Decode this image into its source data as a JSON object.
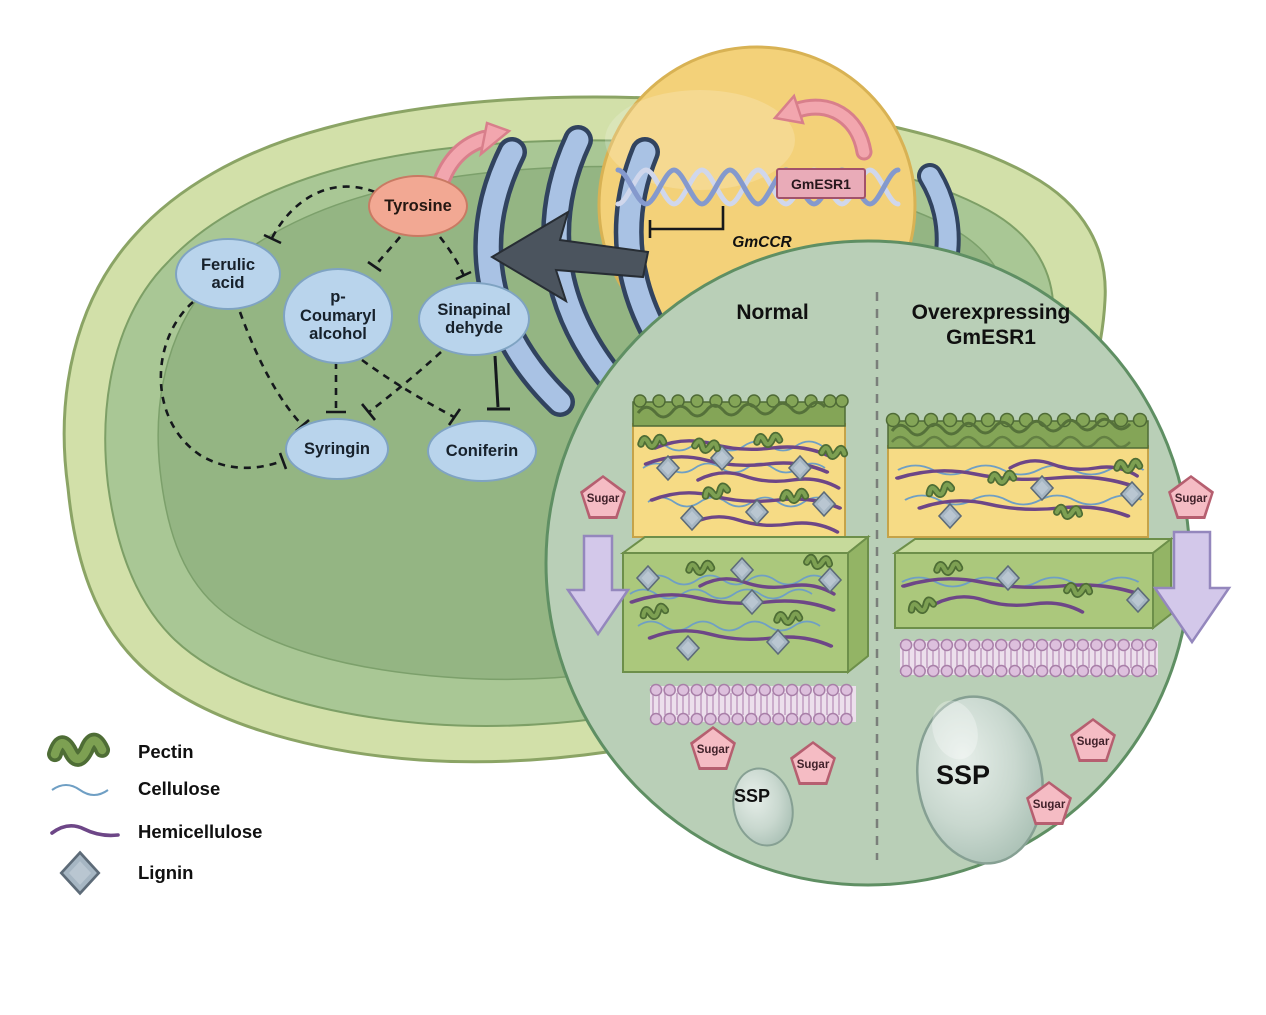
{
  "pathway": {
    "nodes": [
      {
        "id": "tyrosine",
        "label": "Tyrosine"
      },
      {
        "id": "ferulic-acid",
        "line1": "Ferulic",
        "line2": "acid"
      },
      {
        "id": "p-coumaryl-alcohol",
        "line1": "p-",
        "line2": "Coumaryl",
        "line3": "alcohol"
      },
      {
        "id": "sinapinal-dehyde",
        "line1": "Sinapinal",
        "line2": "dehyde"
      },
      {
        "id": "syringin",
        "label": "Syringin"
      },
      {
        "id": "coniferin",
        "label": "Coniferin"
      }
    ]
  },
  "nucleus": {
    "gene_box": "GmESR1",
    "repressed_gene": "GmCCR"
  },
  "inset": {
    "left_title": "Normal",
    "right_title_line1": "Overexpressing",
    "right_title_line2": "GmESR1",
    "sugar_label": "Sugar",
    "ssp_label": "SSP"
  },
  "legend": {
    "items": [
      {
        "label": "Pectin"
      },
      {
        "label": "Cellulose"
      },
      {
        "label": "Hemicellulose"
      },
      {
        "label": "Lignin"
      }
    ]
  },
  "colors": {
    "nucleus_yellow": "#f3d179",
    "node_blue": "#b9d4ec",
    "tyrosine_pink": "#f2a893",
    "inset_green": "#b9cfb7",
    "sugar_pink": "#f5bcc4",
    "pectin_green": "#7da052",
    "cellulose_blue": "#6f9fc4",
    "hemicellulose_purple": "#6d4687",
    "lignin_gray": "#a6b6c3",
    "membrane_lavender": "#ddc0dd"
  }
}
